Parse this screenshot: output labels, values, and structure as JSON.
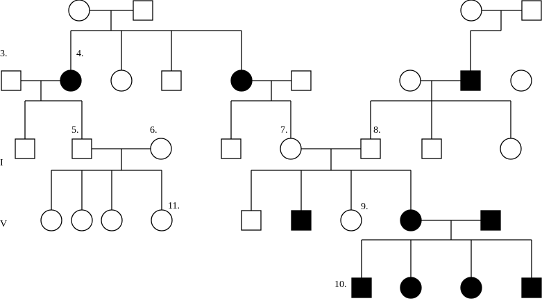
{
  "generation_labels": {
    "III": "I",
    "IV": "V"
  },
  "individual_labels": {
    "n3": "3.",
    "n4": "4.",
    "n5": "5.",
    "n6": "6.",
    "n7": "7.",
    "n8": "8.",
    "n9": "9.",
    "n10": "10.",
    "n11": "11."
  },
  "colors": {
    "affected": "#000000",
    "unaffected": "#ffffff",
    "line": "#000000"
  },
  "individuals": [
    {
      "id": "g1_left_f",
      "sex": "female",
      "affected": false
    },
    {
      "id": "g1_left_m",
      "sex": "male",
      "affected": false
    },
    {
      "id": "g1_right_f",
      "sex": "female",
      "affected": false
    },
    {
      "id": "g1_right_m",
      "sex": "male",
      "affected": false
    },
    {
      "id": "n3",
      "sex": "male",
      "affected": false
    },
    {
      "id": "n4",
      "sex": "female",
      "affected": true
    },
    {
      "id": "g2_c2",
      "sex": "female",
      "affected": false
    },
    {
      "id": "g2_c3",
      "sex": "male",
      "affected": false
    },
    {
      "id": "g2_c4",
      "sex": "female",
      "affected": true
    },
    {
      "id": "g2_c4_sp",
      "sex": "male",
      "affected": false
    },
    {
      "id": "g2_r_f",
      "sex": "female",
      "affected": false
    },
    {
      "id": "g2_r_m",
      "sex": "male",
      "affected": true
    },
    {
      "id": "g2_r_c",
      "sex": "female",
      "affected": false
    },
    {
      "id": "g3_a",
      "sex": "male",
      "affected": false
    },
    {
      "id": "n5",
      "sex": "male",
      "affected": false
    },
    {
      "id": "n6",
      "sex": "female",
      "affected": false
    },
    {
      "id": "g3_b",
      "sex": "male",
      "affected": false
    },
    {
      "id": "n7",
      "sex": "female",
      "affected": false
    },
    {
      "id": "n8",
      "sex": "male",
      "affected": false
    },
    {
      "id": "g3_c",
      "sex": "male",
      "affected": false
    },
    {
      "id": "g3_d",
      "sex": "female",
      "affected": false
    },
    {
      "id": "g4_1",
      "sex": "female",
      "affected": false
    },
    {
      "id": "g4_2",
      "sex": "female",
      "affected": false
    },
    {
      "id": "g4_3",
      "sex": "female",
      "affected": false
    },
    {
      "id": "n11",
      "sex": "female",
      "affected": false
    },
    {
      "id": "g4_5",
      "sex": "male",
      "affected": false
    },
    {
      "id": "g4_6",
      "sex": "male",
      "affected": true
    },
    {
      "id": "n9",
      "sex": "female",
      "affected": false
    },
    {
      "id": "g4_8",
      "sex": "female",
      "affected": true
    },
    {
      "id": "g4_8_sp",
      "sex": "male",
      "affected": true
    },
    {
      "id": "n10",
      "sex": "male",
      "affected": true
    },
    {
      "id": "g5_2",
      "sex": "female",
      "affected": true
    },
    {
      "id": "g5_3",
      "sex": "female",
      "affected": true
    },
    {
      "id": "g5_4",
      "sex": "male",
      "affected": true
    }
  ]
}
